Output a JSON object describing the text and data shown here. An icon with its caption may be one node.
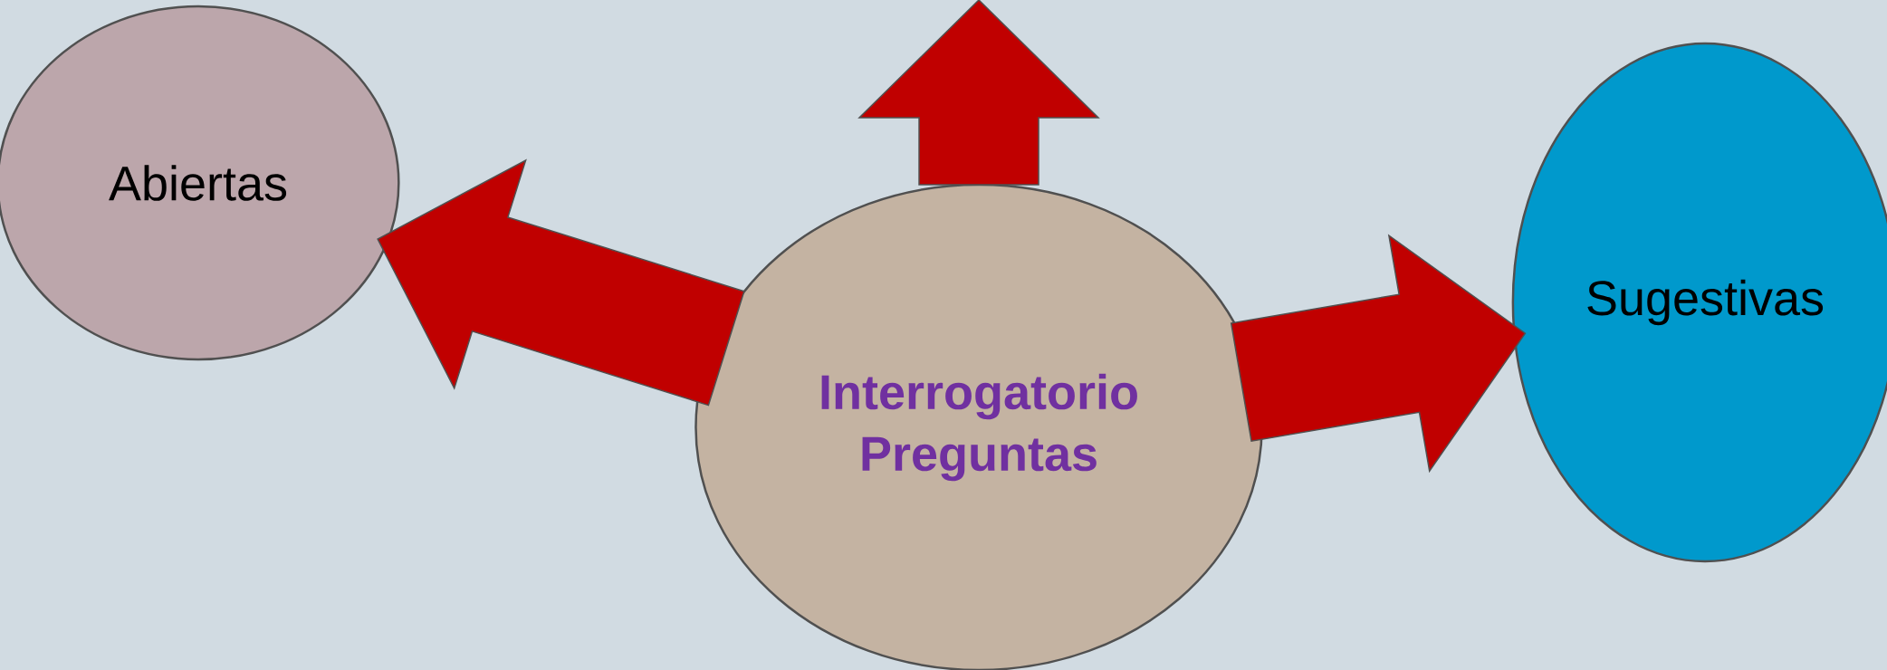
{
  "diagram": {
    "nodes": [
      {
        "text": [
          "Abiertas"
        ]
      },
      {
        "text": [
          "Interrogatorio Preguntas"
        ]
      },
      {
        "text": [
          "Sugestivas"
        ]
      }
    ],
    "edges": [
      {
        "from": 1,
        "to": 0,
        "arrow": "to"
      },
      {
        "from": 1,
        "to": 2,
        "arrow": "to"
      },
      {
        "from": 1,
        "to": null,
        "arrow": "to"
      }
    ]
  }
}
